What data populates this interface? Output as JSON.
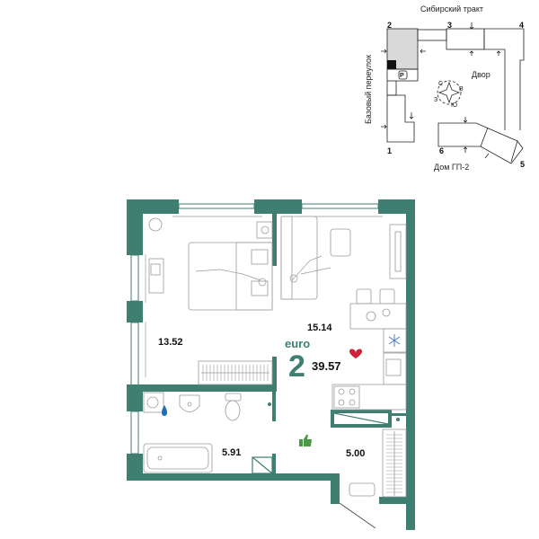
{
  "site_plan": {
    "street_top": "Сибирский тракт",
    "street_left": "Базовый переулок",
    "courtyard": "Двор",
    "building_label": "Дом ГП-2",
    "section_numbers": [
      "1",
      "2",
      "3",
      "4",
      "5",
      "6"
    ],
    "compass": {
      "north": "С",
      "east": "В",
      "south": "Ю",
      "west": "З"
    },
    "parking_icon": "P",
    "highlight_color": "#d9d9d9"
  },
  "apartment": {
    "type_label": "euro",
    "rooms": "2",
    "total_area": "39.57",
    "rooms_list": [
      {
        "name": "bedroom",
        "area": "13.52"
      },
      {
        "name": "living-kitchen",
        "area": "15.14"
      },
      {
        "name": "bathroom",
        "area": "5.91"
      },
      {
        "name": "hallway",
        "area": "5.00"
      }
    ]
  },
  "icons": {
    "heart": "heart-icon",
    "thumbs_up": "thumbs-up-icon",
    "water_drop": "water-drop-icon",
    "snowflake": "snowflake-icon",
    "plant": "plant-icon"
  },
  "colors": {
    "wall": "#3e7f72",
    "heart": "#d0203a",
    "drop": "#1f6fb5",
    "thumb": "#4a9a4a",
    "furniture": "#9a9a9a"
  }
}
